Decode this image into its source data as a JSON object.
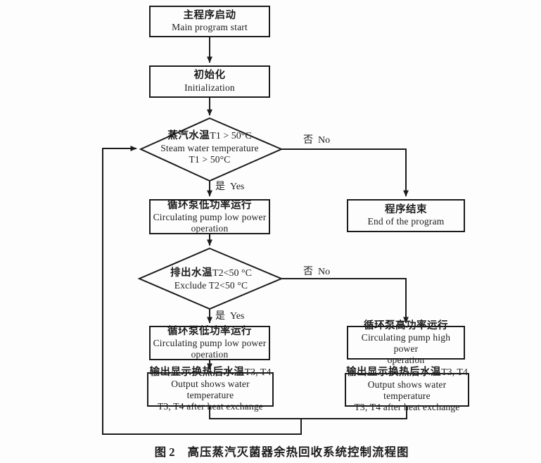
{
  "caption": {
    "label": "图 2",
    "title": "高压蒸汽灭菌器余热回收系统控制流程图"
  },
  "edge_labels": {
    "yes": "是  Yes",
    "no": "否  No"
  },
  "nodes": {
    "main_start": {
      "zh": "主程序启动",
      "en1": "Main program start"
    },
    "init": {
      "zh": "初始化",
      "en1": "Initialization"
    },
    "decision_t1": {
      "zh": "蒸汽水温",
      "zh_suffix": "T1 > 50°C",
      "en1": "Steam water temperature",
      "en2": "T1 > 50°C"
    },
    "low_power_1": {
      "zh": "循环泵低功率运行",
      "en1": "Circulating pump low power",
      "en2": "operation"
    },
    "decision_t2": {
      "zh": "排出水温",
      "zh_suffix": "T2<50 °C",
      "en1": "Exclude T2<50 °C"
    },
    "low_power_2": {
      "zh": "循环泵低功率运行",
      "en1": "Circulating pump low power",
      "en2": "operation"
    },
    "high_power": {
      "zh": "循环泵高功率运行",
      "en1": "Circulating pump high power",
      "en2": "operation"
    },
    "end_program": {
      "zh": "程序结束",
      "en1": "End of the program"
    },
    "output_left": {
      "zh": "输出显示换热后水温",
      "zh_suffix": "T3, T4",
      "en1": "Output shows water temperature",
      "en2": "T3, T4 after heat exchange"
    },
    "output_right": {
      "zh": "输出显示换热后水温",
      "zh_suffix": "T3, T4",
      "en1": "Output shows water temperature",
      "en2": "T3, T4 after heat exchange"
    }
  },
  "colors": {
    "line": "#1b1b1b",
    "text": "#1c1c1c",
    "background": "#fdfdfd"
  }
}
